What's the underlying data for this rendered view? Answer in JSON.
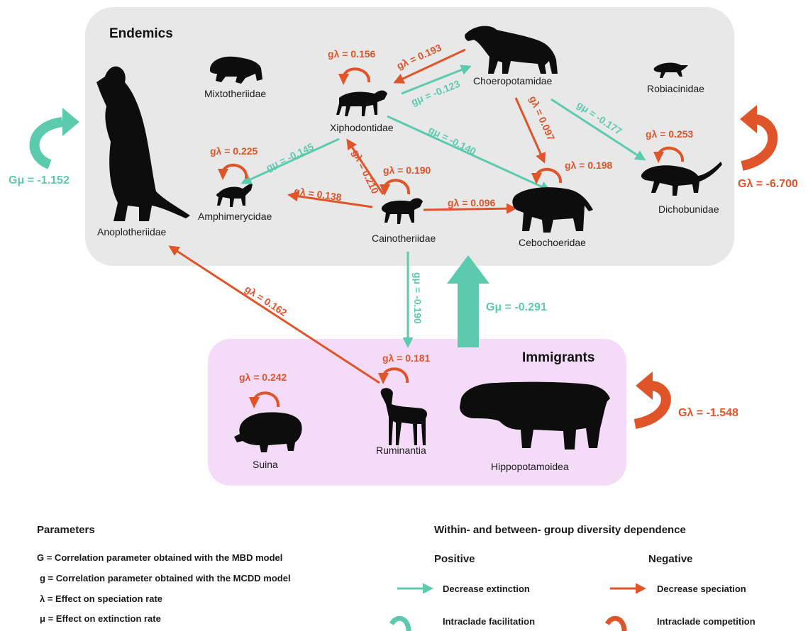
{
  "colors": {
    "positive": "#5ccbad",
    "negative": "#e0542a",
    "endemics_bg": "#e8e8e8",
    "immigrants_bg": "#f4dcf8"
  },
  "groups": {
    "endemics": {
      "title": "Endemics",
      "outer_label": "Gμ = -1.152",
      "outer_label_right": "Gλ = -6.700"
    },
    "immigrants": {
      "title": "Immigrants",
      "outer_label": "Gλ = -1.548"
    }
  },
  "between_groups": {
    "label": "Gμ = -0.291"
  },
  "taxa": {
    "mixtotheriidae": "Mixtotheriidae",
    "xiphodontidae": "Xiphodontidae",
    "choeropotamidae": "Choeropotamidae",
    "robiacinidae": "Robiacinidae",
    "anoplotheriidae": "Anoplotheriidae",
    "amphimerycidae": "Amphimerycidae",
    "cainotheriidae": "Cainotheriidae",
    "cebochoeridae": "Cebochoeridae",
    "dichobunidae": "Dichobunidae",
    "suina": "Suina",
    "ruminantia": "Ruminantia",
    "hippopotamoidea": "Hippopotamoidea"
  },
  "self_loops": {
    "xiphodontidae": "gλ = 0.156",
    "amphimerycidae": "gλ = 0.225",
    "cainotheriidae": "gλ = 0.190",
    "cebochoeridae": "gλ = 0.198",
    "dichobunidae": "gλ = 0.253",
    "suina": "gλ = 0.242",
    "ruminantia": "gλ = 0.181"
  },
  "edges": {
    "choero_xipho": "gλ = 0.193",
    "xipho_choero": "gμ = -0.123",
    "choero_cebo": "gλ = 0.097",
    "choero_dicho": "gμ = -0.177",
    "xipho_amphi": "gμ = -0.145",
    "xipho_cebo": "gμ = -0.140",
    "caino_xipho": "gλ = 0.210",
    "caino_amphi": "gλ = 0.138",
    "caino_cebo": "gλ = 0.096",
    "caino_rumin": "gμ = -0.190",
    "rumin_anoplo": "gλ = 0.162"
  },
  "legend": {
    "parameters_title": "Parameters",
    "parameters": [
      "G = Correlation parameter obtained with the MBD model",
      "g = Correlation parameter obtained with the MCDD model",
      "λ = Effect on speciation rate",
      "μ = Effect on extinction rate"
    ],
    "dependence_title": "Within- and between- group diversity dependence",
    "positive_title": "Positive",
    "negative_title": "Negative",
    "positive_items": [
      "Decrease extinction",
      "Intraclade facilitation"
    ],
    "negative_items": [
      "Decrease speciation",
      "Intraclade competition"
    ]
  }
}
